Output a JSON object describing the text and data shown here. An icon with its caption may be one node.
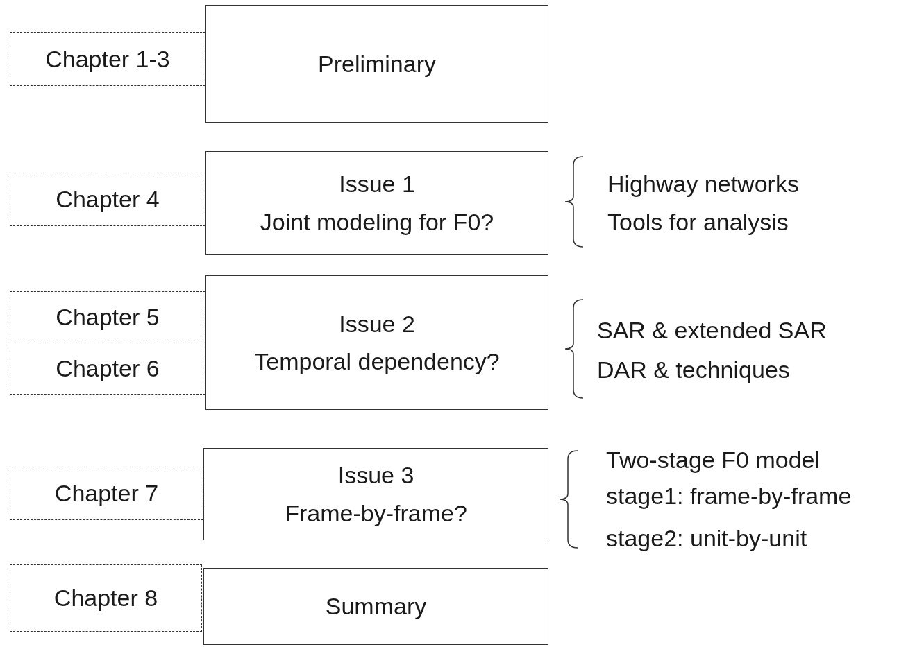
{
  "diagram": {
    "nodes": [
      {
        "text": [
          "Chapter 1-3"
        ]
      },
      {
        "text": [
          "Preliminary"
        ]
      },
      {
        "text": [
          "Chapter 4"
        ]
      },
      {
        "text": [
          "Issue 1",
          "Joint modeling for F0?"
        ]
      },
      {
        "text": [
          "Chapter 5"
        ]
      },
      {
        "text": [
          "Chapter 6"
        ]
      },
      {
        "text": [
          "Issue 2",
          "Temporal dependency?"
        ]
      },
      {
        "text": [
          "Chapter 7"
        ]
      },
      {
        "text": [
          "Issue 3",
          "Frame-by-frame?"
        ]
      },
      {
        "text": [
          "Chapter 8"
        ]
      },
      {
        "text": [
          "Summary"
        ]
      }
    ],
    "labels": [
      "Highway networks",
      "Tools for analysis",
      "SAR & extended SAR",
      "DAR & techniques",
      "Two-stage F0 model",
      "stage1: frame-by-frame",
      "stage2: unit-by-unit"
    ]
  }
}
